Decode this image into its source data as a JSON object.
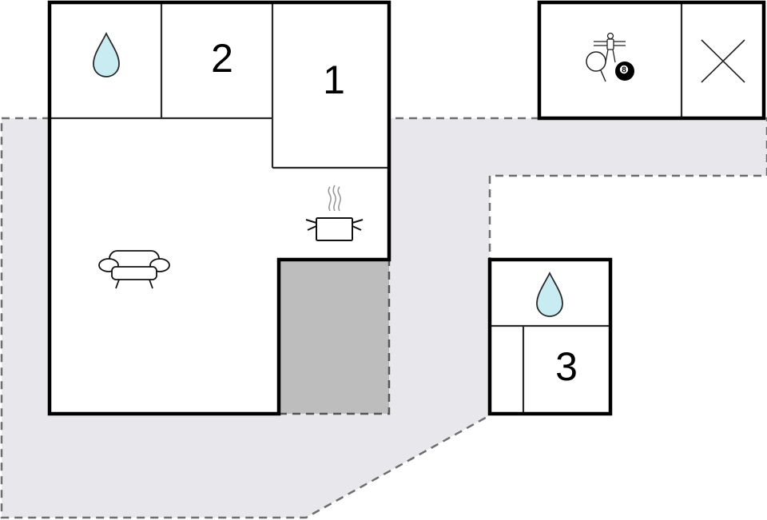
{
  "colors": {
    "background": "#ffffff",
    "terrace": "#e8e8ec",
    "terrace_border": "#6e6e6e",
    "covered_area": "#bdbdbd",
    "wall": "#000000",
    "inner_wall": "#2a2a2a",
    "water_fill": "#c9ecf2",
    "steam": "#9a9a9a"
  },
  "rooms": {
    "bathroom_main": {
      "icon": "water-drop-icon"
    },
    "bedroom_2": {
      "label": "2"
    },
    "bedroom_1": {
      "label": "1"
    },
    "kitchen": {
      "icon": "cooking-pot-icon"
    },
    "living_room": {
      "icon": "sofa-icon"
    },
    "games_room": {
      "icon": "games-icon",
      "ball_number": "8"
    },
    "storage": {
      "icon": "cross-icon"
    },
    "bathroom_annex": {
      "icon": "water-drop-icon"
    },
    "bedroom_3": {
      "label": "3"
    }
  }
}
